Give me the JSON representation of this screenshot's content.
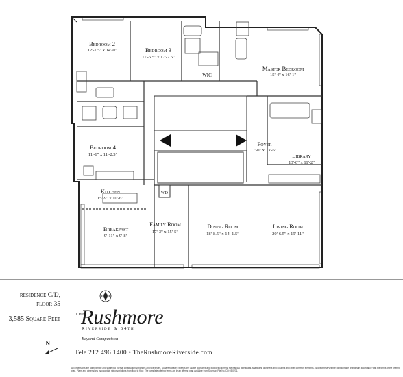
{
  "rooms": {
    "bedroom2": {
      "name": "Bedroom 2",
      "dim": "12'-1.5\" x 14'-0\""
    },
    "bedroom3": {
      "name": "Bedroom 3",
      "dim": "11'-6.5\" x 12'-7.5\""
    },
    "wic": {
      "name": "WIC"
    },
    "master": {
      "name": "Master Bedroom",
      "dim": "15'-4\" x 16'-1\""
    },
    "bedroom4": {
      "name": "Bedroom 4",
      "dim": "11'-6\" x 11'-2.5\""
    },
    "foyer": {
      "name": "Foyer",
      "dim": "7'-0\" x 13'-6\""
    },
    "library": {
      "name": "Library",
      "dim": "13'-0\" x 11'-2\""
    },
    "kitchen": {
      "name": "Kitchen",
      "dim": "15'-9\" x 10'-6\""
    },
    "wd": {
      "name": "WD"
    },
    "breakfast": {
      "name": "Breakfast",
      "dim": "9'-11\" x 9'-8\""
    },
    "family": {
      "name": "Family Room",
      "dim": "17'-3\" x 15'-5\""
    },
    "dining": {
      "name": "Dining Room",
      "dim": "18'-8.5\" x 14'-1.5\""
    },
    "living": {
      "name": "Living Room",
      "dim": "20'-6.5\" x 19'-11\""
    }
  },
  "info": {
    "residence": "residence C/D,",
    "floor": "floor 35",
    "sqft": "3,585 Square Feet"
  },
  "brand": {
    "the": "THE",
    "name": "Rushmore",
    "sub": "Riverside & 64th",
    "tagline": "Beyond Comparison"
  },
  "contact": "Tele 212 496 1400 • TheRushmoreRiverside.com",
  "compass": "N",
  "disclaimer": "All dimensions are approximate and subject to normal construction variances and tolerances. Square footage exceeds the usable floor area and includes columns, mechanical pipe shafts, shaftways, chimneys and columns and other common elements. Sponsor reserves the right to make changes in accordance with the terms of the offering plan. Plans and dimensions may contain minor variations from floor to floor. The complete offering terms are in an offering plan available from Sponsor. File No. CD 03-0231."
}
